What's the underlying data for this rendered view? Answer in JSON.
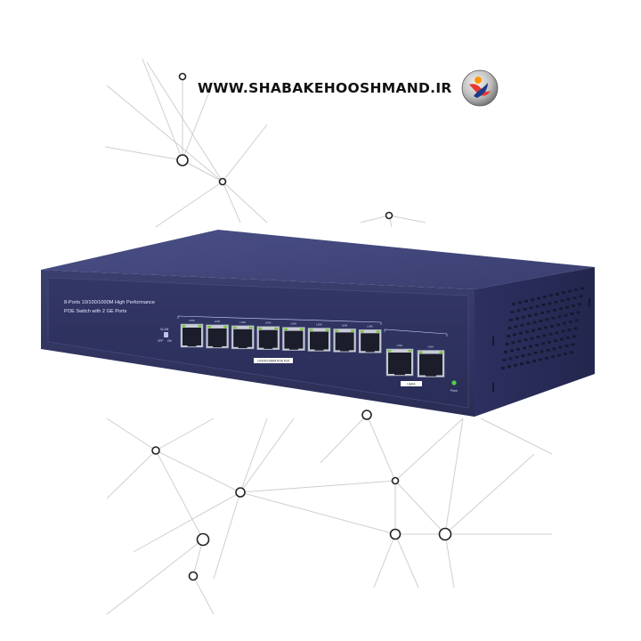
{
  "brand": {
    "website": "WWW.SHABAKEHOOSHMAND.IR",
    "logo_icon": "shabakeh-hooshmand-logo"
  },
  "device": {
    "model_line1": "8-Ports 10/100/1000M High Performance",
    "model_line2": "POE Switch with 2 GE Ports",
    "vlan_label": "VLAN",
    "vlan_off": "OFF",
    "vlan_on": "ON",
    "port_status_label": "LINK",
    "poe_port_label": "10/100/1000M POE Port",
    "uplink_label": "Uplink",
    "power_label": "Pwm",
    "poe_port_count": 8,
    "uplink_port_count": 2,
    "colors": {
      "chassis": "#3b3f6e",
      "front_panel": "#2c2f57",
      "port_led": "#7ec242",
      "power_led": "#4cd14a"
    }
  }
}
